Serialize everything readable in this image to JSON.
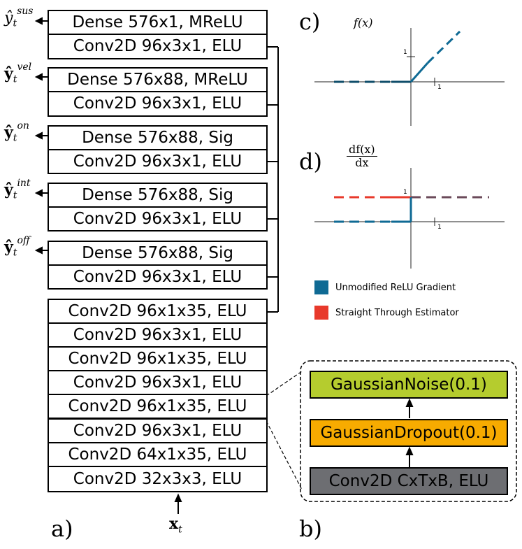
{
  "outputs": [
    {
      "sym": "ŷ",
      "sup": "sus",
      "italic": true
    },
    {
      "sym": "ŷ",
      "sup": "vel",
      "italic": false
    },
    {
      "sym": "ŷ",
      "sup": "on",
      "italic": false
    },
    {
      "sym": "ŷ",
      "sup": "int",
      "italic": false
    },
    {
      "sym": "ŷ",
      "sup": "off",
      "italic": false
    }
  ],
  "heads": [
    {
      "dense": "Dense 576x1, MReLU",
      "conv": "Conv2D 96x3x1, ELU"
    },
    {
      "dense": "Dense 576x88, MReLU",
      "conv": "Conv2D 96x3x1, ELU"
    },
    {
      "dense": "Dense 576x88, Sig",
      "conv": "Conv2D 96x3x1, ELU"
    },
    {
      "dense": "Dense 576x88, Sig",
      "conv": "Conv2D 96x3x1, ELU"
    },
    {
      "dense": "Dense 576x88, Sig",
      "conv": "Conv2D 96x3x1, ELU"
    }
  ],
  "trunk": [
    "Conv2D 96x1x35, ELU",
    "Conv2D 96x3x1, ELU",
    "Conv2D 96x1x35, ELU",
    "Conv2D 96x3x1, ELU",
    "Conv2D 96x1x35, ELU",
    "Conv2D 96x3x1, ELU",
    "Conv2D 64x1x35, ELU",
    "Conv2D 32x3x3, ELU"
  ],
  "input": {
    "sym": "x",
    "sub": "t"
  },
  "panel_labels": {
    "a": "a)",
    "b": "b)",
    "c": "c)",
    "d": "d)"
  },
  "detail": {
    "noise": "GaussianNoise(0.1)",
    "dropout": "GaussianDropout(0.1)",
    "conv": "Conv2D CxTxB, ELU",
    "colors": {
      "noise": "#b5cc2e",
      "dropout": "#f7ab00",
      "conv": "#6d6e72"
    }
  },
  "plot_c": {
    "label": "f(x)",
    "tick_x": "1",
    "tick_y": "1"
  },
  "plot_d": {
    "label_num": "df(x)",
    "label_den": "dx",
    "tick_x": "1",
    "tick_y": "1"
  },
  "legend": [
    {
      "label": "Unmodified ReLU Gradient",
      "color": "#0f6a94"
    },
    {
      "label": "Straight Through Estimator",
      "color": "#e8392b"
    }
  ]
}
